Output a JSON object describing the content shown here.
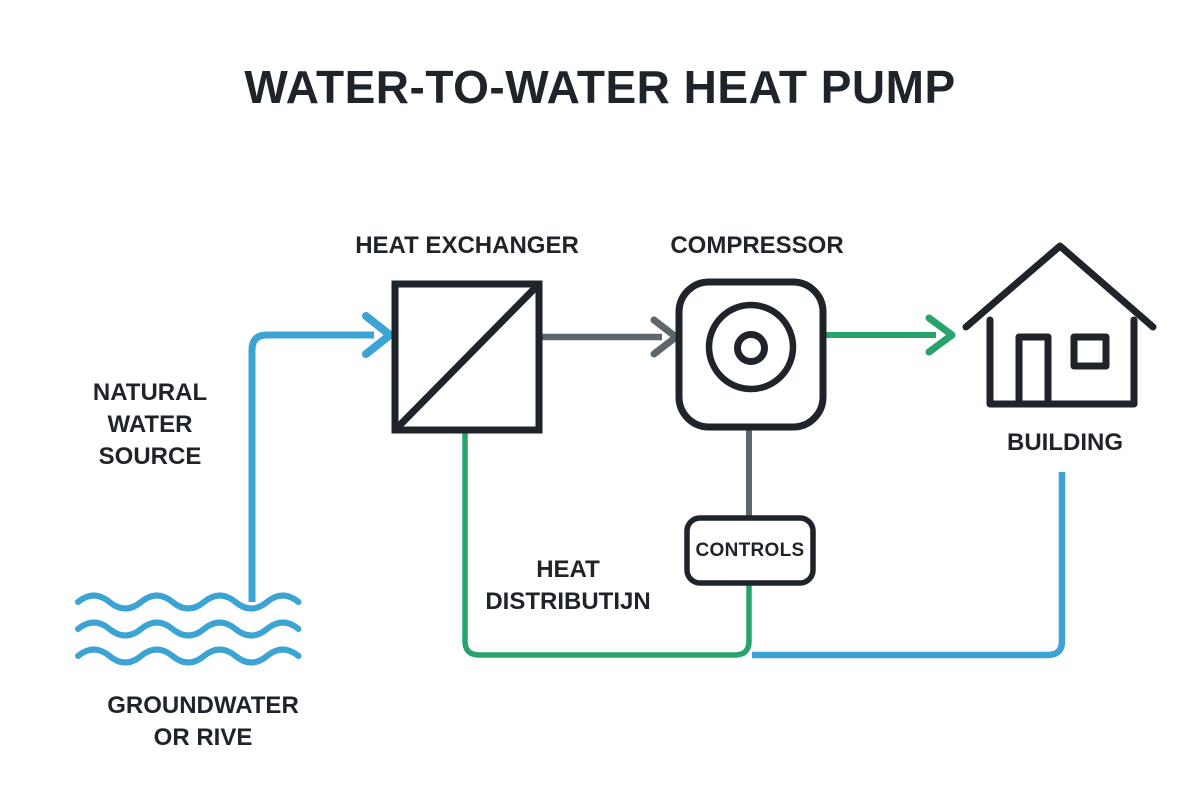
{
  "title": "WATER-TO-WATER HEAT PUMP",
  "labels": {
    "heat_exchanger": "HEAT EXCHANGER",
    "compressor": "COMPRESSOR",
    "building": "BUILDING",
    "controls": "CONTROLS",
    "natural_water_source": {
      "line1": "NATURAL",
      "line2": "WATER",
      "line3": "SOURCE"
    },
    "groundwater": {
      "line1": "GROUNDWATER",
      "line2": "OR RIVE"
    },
    "heat_distribution": {
      "line1": "HEAT",
      "line2": "DISTRIBUTIJN"
    }
  },
  "icons": {
    "heat_exchanger": "square-diagonal-icon",
    "compressor": "compressor-dial-icon",
    "building": "house-icon",
    "water_source": "waves-icon",
    "flow_arrows": "chevron-arrowhead-icon"
  },
  "colors": {
    "blue": "#3ca3d5",
    "green": "#29a36d",
    "gray": "#5d666d",
    "dark": "#1e242a",
    "bg": "#ffffff"
  }
}
